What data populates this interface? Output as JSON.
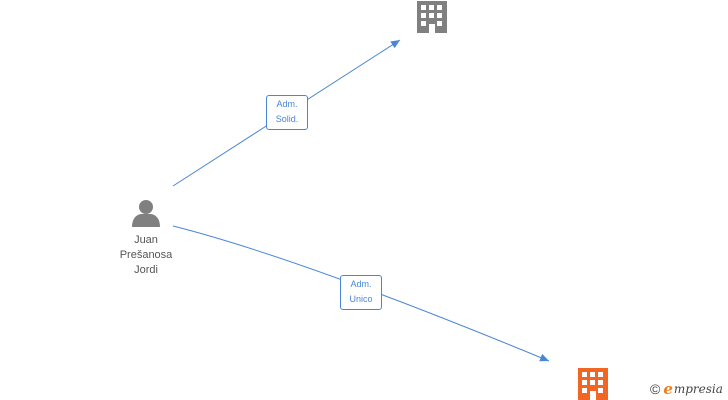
{
  "diagram": {
    "person": {
      "name_lines": [
        "Juan",
        "Prešanosa",
        "Jordi"
      ],
      "icon": "person-icon",
      "color": "#808080"
    },
    "companies": [
      {
        "icon": "building-icon",
        "color": "#808080"
      },
      {
        "icon": "building-icon",
        "color": "#f26522"
      }
    ],
    "relations": [
      {
        "label_lines": [
          "Adm.",
          "Solid."
        ],
        "color": "#4a86d6"
      },
      {
        "label_lines": [
          "Adm.",
          "Unico"
        ],
        "color": "#4a86d6"
      }
    ]
  },
  "brand": {
    "copyright_symbol": "©",
    "logo_initial": "e",
    "logo_rest": "mpresia",
    "accent_color": "#f07c1c"
  }
}
